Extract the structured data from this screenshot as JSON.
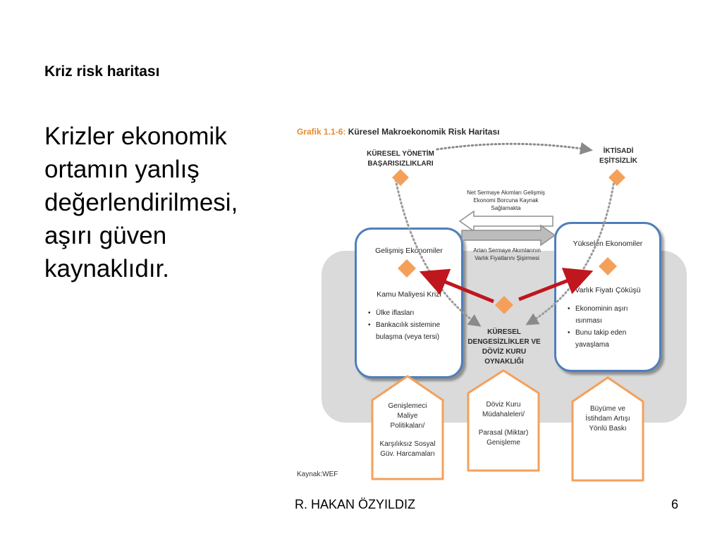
{
  "slide": {
    "title": "Kriz risk haritası",
    "body": "Krizler ekonomik ortamın yanlış değerlendirilmesi, aşırı güven kaynaklıdır.",
    "author": "R. HAKAN ÖZYILDIZ",
    "page_number": "6"
  },
  "risk_map": {
    "figure_label": "Grafik 1.1-6:",
    "figure_title": "Küresel Makroekonomik Risk Haritası",
    "source": "Kaynak:WEF",
    "nodes": {
      "governance": [
        "KÜRESEL YÖNETİM",
        "BAŞARISIZLIKLARI"
      ],
      "inequality": [
        "İKTİSADİ",
        "EŞİTSİZLİK"
      ],
      "imbalances": [
        "KÜRESEL",
        "DENGESİZLİKLER VE",
        "DÖVİZ KURU",
        "OYNAKLIĞI"
      ]
    },
    "capital_flows": {
      "top": [
        "Net Sermaye Akımları Gelişmiş",
        "Ekonomi Borcuna Kaynak",
        "Sağlamakta"
      ],
      "bottom": [
        "Artan Sermaye Akımlarının",
        "Varlık Fiyatlarını Şişirmesi"
      ]
    },
    "developed": {
      "title": "Gelişmiş Ekonomiler",
      "subtitle": "Kamu Maliyesi Krizi",
      "bullets": [
        "Ülke iflasları",
        "Bankacılık sistemine bulaşma (veya tersi)"
      ]
    },
    "emerging": {
      "title": "Yükselen Ekonomiler",
      "subtitle": "Varlık Fiyatı Çöküşü",
      "bullets": [
        "Ekonominin aşırı ısınması",
        "Bunu takip eden yavaşlama"
      ]
    },
    "policies": [
      {
        "lines": [
          "Genişlemeci",
          "Maliye",
          "Politikaları/"
        ],
        "lines2": [
          "Karşılıksız Sosyal",
          "Güv. Harcamaları"
        ]
      },
      {
        "lines": [
          "Döviz Kuru",
          "Müdahaleleri/"
        ],
        "lines2": [
          "Parasal (Miktar)",
          "Genişleme"
        ]
      },
      {
        "lines": [
          "Büyüme ve",
          "İstihdam Artışı",
          "Yönlü Baskı"
        ],
        "lines2": []
      }
    ],
    "colors": {
      "accent_orange": "#f4a05a",
      "panel_border": "#4f7fbb",
      "arrow_red": "#c0161d",
      "band_gray": "#dadada",
      "figure_label": "#e98a2c"
    }
  }
}
